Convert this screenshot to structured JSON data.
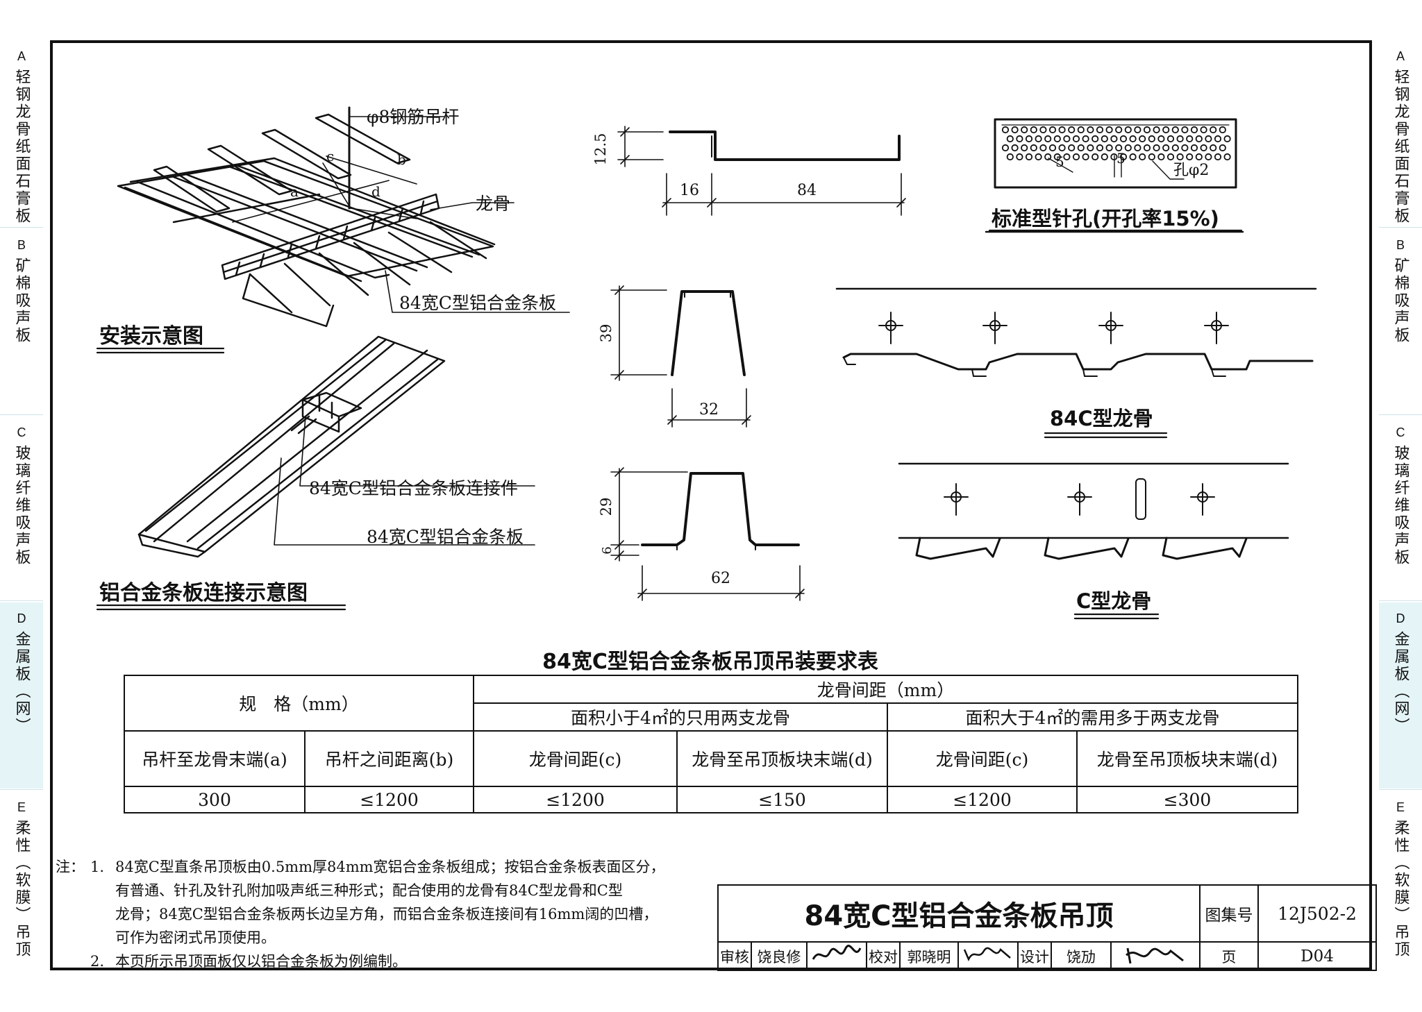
{
  "side_tabs": [
    {
      "letter": "A",
      "text": "轻钢龙骨纸面石膏板",
      "active": false
    },
    {
      "letter": "B",
      "text": "矿棉吸声板",
      "active": false
    },
    {
      "letter": "C",
      "text": "玻璃纤维吸声板",
      "active": false
    },
    {
      "letter": "D",
      "text": "金属板（网）",
      "active": true
    },
    {
      "letter": "E",
      "text": "柔性（软膜）吊顶",
      "active": false
    }
  ],
  "install_diagram": {
    "title": "安装示意图",
    "label_rod": "φ8钢筋吊杆",
    "label_keel": "龙骨",
    "label_panel": "84宽C型铝合金条板",
    "dim_a": "a",
    "dim_b": "b",
    "dim_c": "c",
    "dim_d": "d"
  },
  "connection_diagram": {
    "title": "铝合金条板连接示意图",
    "label_connector": "84宽C型铝合金条板连接件",
    "label_panel": "84宽C型铝合金条板"
  },
  "profiles": {
    "panel_dims": {
      "h": "12.5",
      "w1": "16",
      "w2": "84"
    },
    "keel84_dims": {
      "h": "39",
      "w": "32"
    },
    "keelC_dims": {
      "h": "29",
      "lip": "6",
      "w": "62"
    }
  },
  "perforation": {
    "title": "标准型针孔(开孔率15%)",
    "dim1": "5",
    "dim2": "5",
    "hole": "孔φ2"
  },
  "keel84c_title": "84C型龙骨",
  "keelc_title": "C型龙骨",
  "table": {
    "title": "84宽C型铝合金条板吊顶吊装要求表",
    "spec_header": "规　格（mm）",
    "spacing_header": "龙骨间距（mm）",
    "group1": "面积小于4㎡的只用两支龙骨",
    "group2": "面积大于4㎡的需用多于两支龙骨",
    "columns": [
      "吊杆至龙骨末端(a)",
      "吊杆之间距离(b)",
      "龙骨间距(c)",
      "龙骨至吊顶板块末端(d)",
      "龙骨间距(c)",
      "龙骨至吊顶板块末端(d)"
    ],
    "values": [
      "300",
      "≤1200",
      "≤1200",
      "≤150",
      "≤1200",
      "≤300"
    ]
  },
  "notes": {
    "label": "注：",
    "n1_num": "1.",
    "n1_line1": "84宽C型直条吊顶板由0.5mm厚84mm宽铝合金条板组成；按铝合金条板表面区分，",
    "n1_line2": "有普通、针孔及针孔附加吸声纸三种形式；配合使用的龙骨有84C型龙骨和C型",
    "n1_line3": "龙骨；84宽C型铝合金条板两长边呈方角，而铝合金条板连接间有16mm阔的凹槽，",
    "n1_line4": "可作为密闭式吊顶使用。",
    "n2_num": "2.",
    "n2_text": "本页所示吊顶面板仅以铝合金条板为例编制。"
  },
  "title_block": {
    "title": "84宽C型铝合金条板吊顶",
    "atlas_label": "图集号",
    "atlas_no": "12J502-2",
    "review_label": "审核",
    "reviewer": "饶良修",
    "check_label": "校对",
    "checker": "郭晓明",
    "design_label": "设计",
    "designer": "饶劢",
    "page_label": "页",
    "page_no": "D04"
  }
}
